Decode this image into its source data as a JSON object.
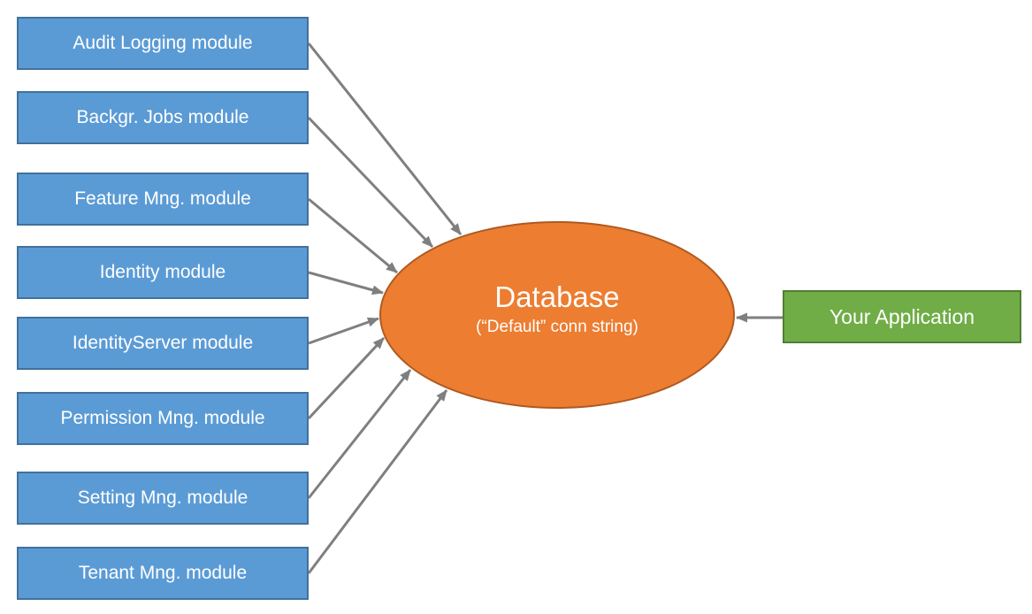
{
  "diagram": {
    "modules": [
      {
        "label": "Audit Logging module"
      },
      {
        "label": "Backgr. Jobs module"
      },
      {
        "label": "Feature Mng. module"
      },
      {
        "label": "Identity module"
      },
      {
        "label": "IdentityServer module"
      },
      {
        "label": "Permission Mng. module"
      },
      {
        "label": "Setting Mng. module"
      },
      {
        "label": "Tenant Mng. module"
      }
    ],
    "database": {
      "title": "Database",
      "subtitle": "(“Default” conn string)"
    },
    "application": {
      "label": "Your Application"
    },
    "colors": {
      "module_fill": "#5B9BD5",
      "module_border": "#41719C",
      "database_fill": "#ED7D31",
      "database_border": "#AE5A21",
      "app_fill": "#70AD47",
      "app_border": "#507E32",
      "arrow": "#7F7F7F",
      "text": "#FFFFFF"
    }
  }
}
